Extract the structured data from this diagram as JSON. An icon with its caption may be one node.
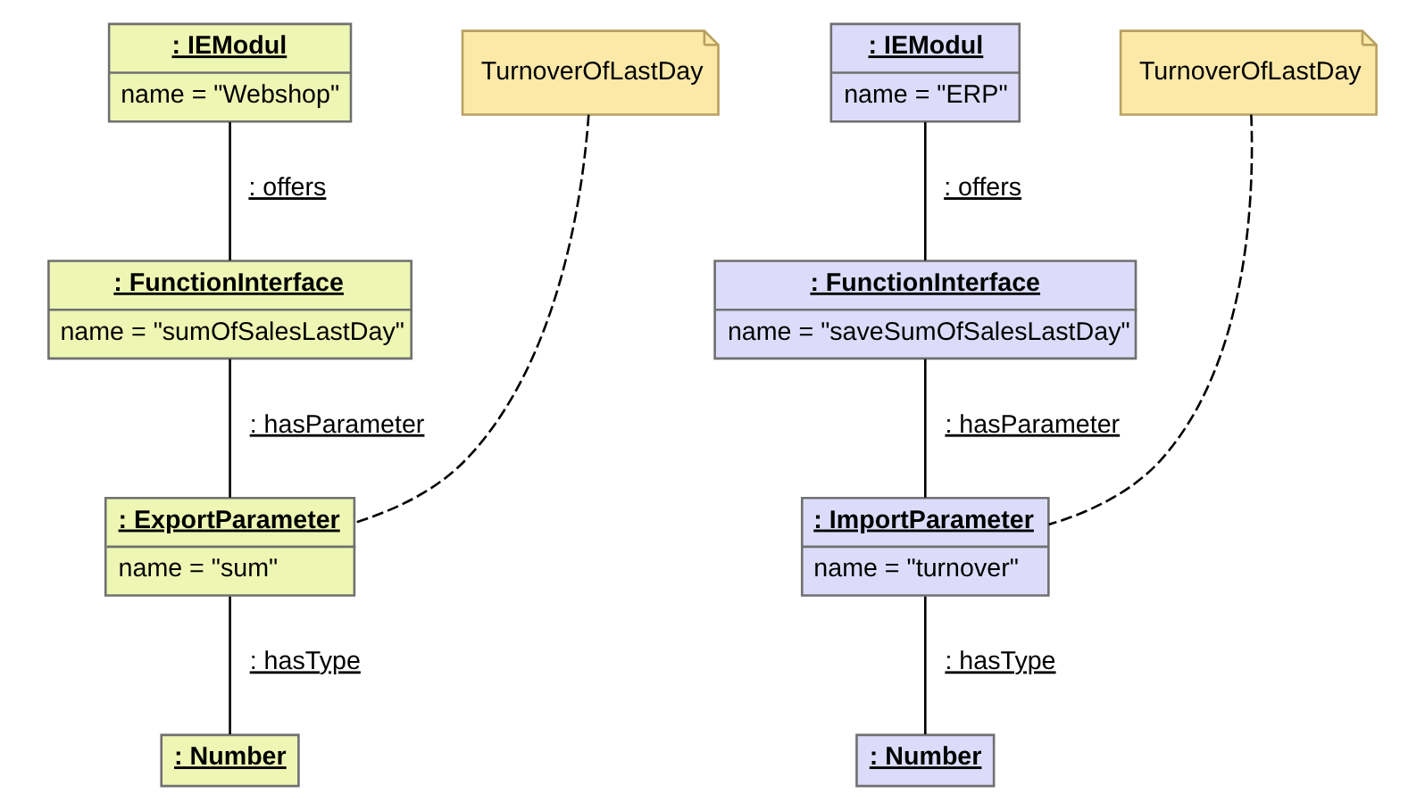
{
  "diagram": {
    "nodes": [
      {
        "text": [
          ": IEModul",
          "name = \"Webshop\""
        ]
      },
      {
        "text": [
          ": FunctionInterface",
          "name = \"sumOfSalesLastDay\""
        ]
      },
      {
        "text": [
          ": ExportParameter",
          "name = \"sum\""
        ]
      },
      {
        "text": [
          ": Number"
        ]
      },
      {
        "text": [
          "TurnoverOfLastDay"
        ]
      },
      {
        "text": [
          ": IEModul",
          "name = \"ERP\""
        ]
      },
      {
        "text": [
          ": FunctionInterface",
          "name = \"saveSumOfSalesLastDay\""
        ]
      },
      {
        "text": [
          ": ImportParameter",
          "name = \"turnover\""
        ]
      },
      {
        "text": [
          "TurnoverOfLastDay"
        ]
      },
      {
        "text": [
          ": Number"
        ]
      }
    ],
    "edges": [
      {
        "from": 0,
        "to": 1,
        "arrow": "none",
        "label": ": offers"
      },
      {
        "from": 1,
        "to": 2,
        "arrow": "none",
        "label": ": hasParameter"
      },
      {
        "from": 2,
        "to": 3,
        "arrow": "none",
        "label": ": hasType"
      },
      {
        "from": 4,
        "to": 2,
        "arrow": "none",
        "style": "dashed"
      },
      {
        "from": 5,
        "to": 6,
        "arrow": "none",
        "label": ": offers"
      },
      {
        "from": 6,
        "to": 7,
        "arrow": "none",
        "label": ": hasParameter"
      },
      {
        "from": 8,
        "to": 7,
        "arrow": "none",
        "style": "dashed"
      },
      {
        "from": 7,
        "to": 9,
        "arrow": "none",
        "label": ": hasType"
      }
    ]
  }
}
